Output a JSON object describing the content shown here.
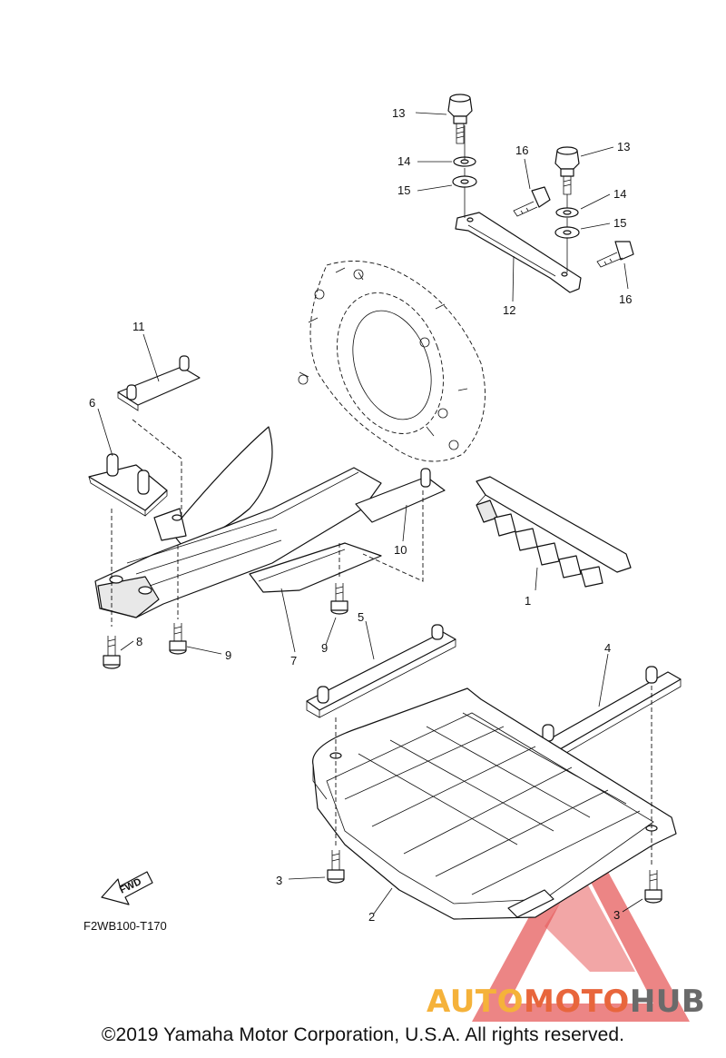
{
  "figure_code": "F2WB100-T170",
  "fwd_label": "FWD",
  "copyright": "©2019 Yamaha Motor Corporation, U.S.A. All rights reserved.",
  "watermark": {
    "part1": "AUTO",
    "part2": "MOTO",
    "part3": "HUB",
    "colors": {
      "triangle": "#e24040",
      "auto": "#f5b23a",
      "moto": "#e8663c",
      "hub": "#6a6a6a"
    }
  },
  "callouts": {
    "c1": "1",
    "c2": "2",
    "c3a": "3",
    "c3b": "3",
    "c4": "4",
    "c5": "5",
    "c6": "6",
    "c7": "7",
    "c8": "8",
    "c9a": "9",
    "c9b": "9",
    "c10": "10",
    "c11": "11",
    "c12": "12",
    "c13a": "13",
    "c13b": "13",
    "c14a": "14",
    "c14b": "14",
    "c15a": "15",
    "c15b": "15",
    "c16a": "16",
    "c16b": "16"
  }
}
